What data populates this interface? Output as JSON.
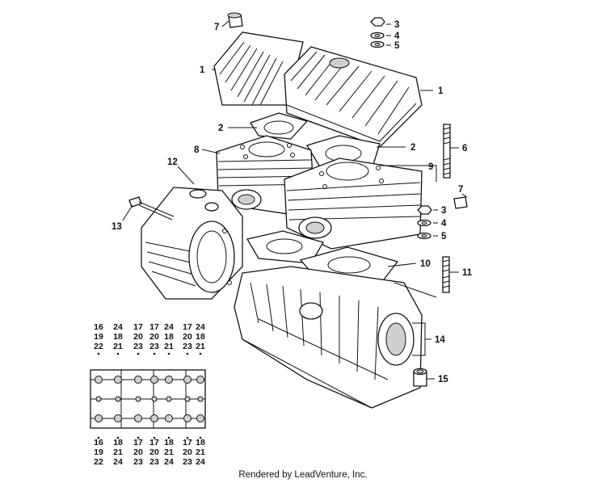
{
  "callouts": {
    "c1a": "1",
    "c1b": "1",
    "c2a": "2",
    "c2b": "2",
    "c3a": "3",
    "c3b": "3",
    "c4a": "4",
    "c4b": "4",
    "c5a": "5",
    "c5b": "5",
    "c6": "6",
    "c7a": "7",
    "c7b": "7",
    "c8": "8",
    "c9": "9",
    "c10": "10",
    "c11": "11",
    "c12": "12",
    "c13": "13",
    "c14": "14",
    "c15": "15"
  },
  "bolt_groups": {
    "top": [
      [
        "16",
        "19",
        "22"
      ],
      [
        "24",
        "18",
        "21"
      ],
      [
        "17",
        "20",
        "23"
      ],
      [
        "17",
        "20",
        "23"
      ],
      [
        "24",
        "18",
        "21"
      ],
      [
        "17",
        "20",
        "23"
      ],
      [
        "24",
        "18",
        "21"
      ]
    ],
    "bottom": [
      [
        "16",
        "19",
        "22"
      ],
      [
        "18",
        "21",
        "24"
      ],
      [
        "17",
        "20",
        "23"
      ],
      [
        "17",
        "20",
        "23"
      ],
      [
        "18",
        "21",
        "24"
      ],
      [
        "17",
        "20",
        "23"
      ],
      [
        "18",
        "21",
        "24"
      ]
    ]
  },
  "footer": "Rendered by LeadVenture, Inc."
}
